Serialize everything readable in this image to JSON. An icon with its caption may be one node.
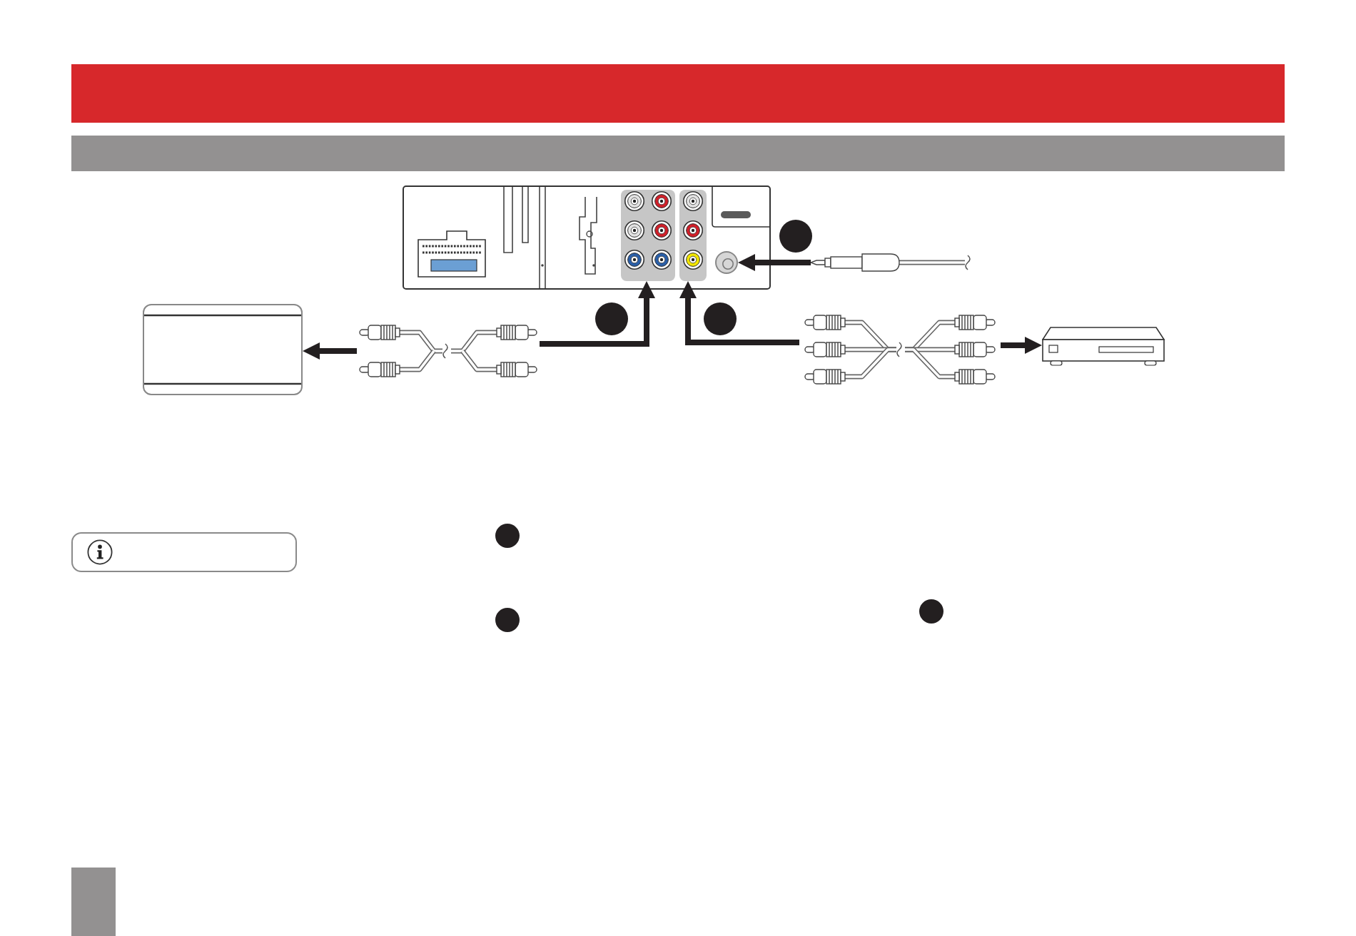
{
  "diagram": {
    "nodes": [
      {
        "text": [],
        "shape": "picture"
      },
      {
        "text": [],
        "shape": "box",
        "in": 0
      },
      {
        "text": [],
        "shape": "box",
        "in": 0
      },
      {
        "text": [],
        "shape": "circle",
        "in": 0
      },
      {
        "text": [],
        "shape": "box"
      },
      {
        "text": [],
        "shape": "picture"
      },
      {
        "text": [],
        "shape": "picture"
      },
      {
        "text": [],
        "shape": "picture"
      },
      {
        "text": [],
        "shape": "picture"
      }
    ],
    "edges": [
      {
        "from": 5,
        "to": 4,
        "arrow": "to"
      },
      {
        "from": 5,
        "to": 1,
        "arrow": "to"
      },
      {
        "from": 6,
        "to": 2,
        "arrow": "to"
      },
      {
        "from": 6,
        "to": 7,
        "arrow": "to"
      },
      {
        "from": 8,
        "to": 3,
        "arrow": "to"
      }
    ]
  }
}
